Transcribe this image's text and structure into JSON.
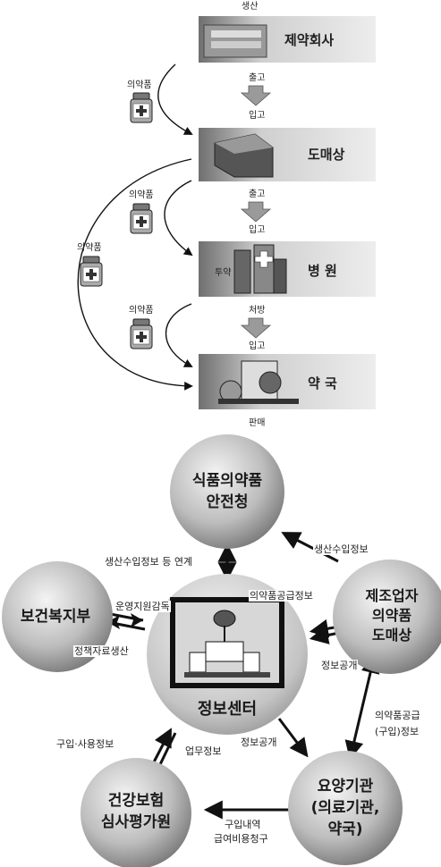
{
  "flow": {
    "top_label": "생산",
    "stages": [
      "제약회사",
      "도매상",
      "병 원",
      "약 국"
    ],
    "arrow_labels": {
      "out1": "출고",
      "in1": "입고",
      "out2": "출고",
      "in2": "입고",
      "rx": "처방",
      "in3": "입고",
      "sale": "판매",
      "hospital_side": "투약"
    },
    "medicine_labels": [
      "의약품",
      "의약품",
      "의약품",
      "의약품"
    ]
  },
  "network": {
    "nodes": {
      "food_drug": [
        "식품의약품",
        "안전청"
      ],
      "welfare": [
        "보건복지부"
      ],
      "manufacturer": [
        "제조업자",
        "의약품",
        "도매상"
      ],
      "center": [
        "정보센터"
      ],
      "insurance": [
        "건강보험",
        "심사평가원"
      ],
      "care": [
        "요양기관",
        "(의료기관,",
        "약국)"
      ]
    },
    "edges": {
      "link": "생산수입정보 등 연계",
      "prod_info": "생산수입정보",
      "ops": "운영지원감독",
      "policy": "정책자료생산",
      "supply_info": "의약품공급정보",
      "disclosure_mfr": "정보공개",
      "supply_purchase_1": "의약품공급",
      "supply_purchase_2": "(구입)정보",
      "purchase_use": "구입·사용정보",
      "work": "업무정보",
      "disclosure_care": "정보공개",
      "billing_1": "구입내역",
      "billing_2": "급여비용청구"
    }
  }
}
